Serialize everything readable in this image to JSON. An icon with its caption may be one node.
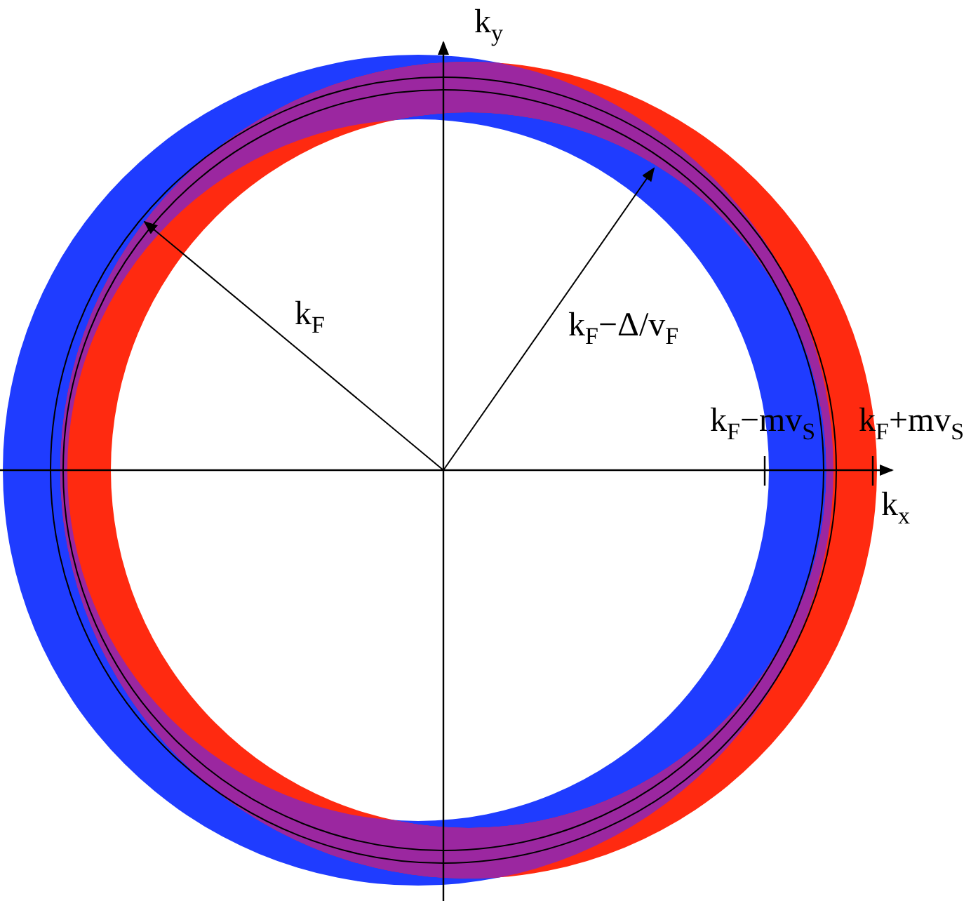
{
  "diagram": {
    "labels": [
      "k$_{y}$",
      "k$_{F}$",
      "k$_{F}$−Δ/v$_{F}$",
      "k$_{F}$−mv$_{S}$",
      "k$_{F}$+mv$_{S}$",
      "k$_{x}$"
    ]
  }
}
